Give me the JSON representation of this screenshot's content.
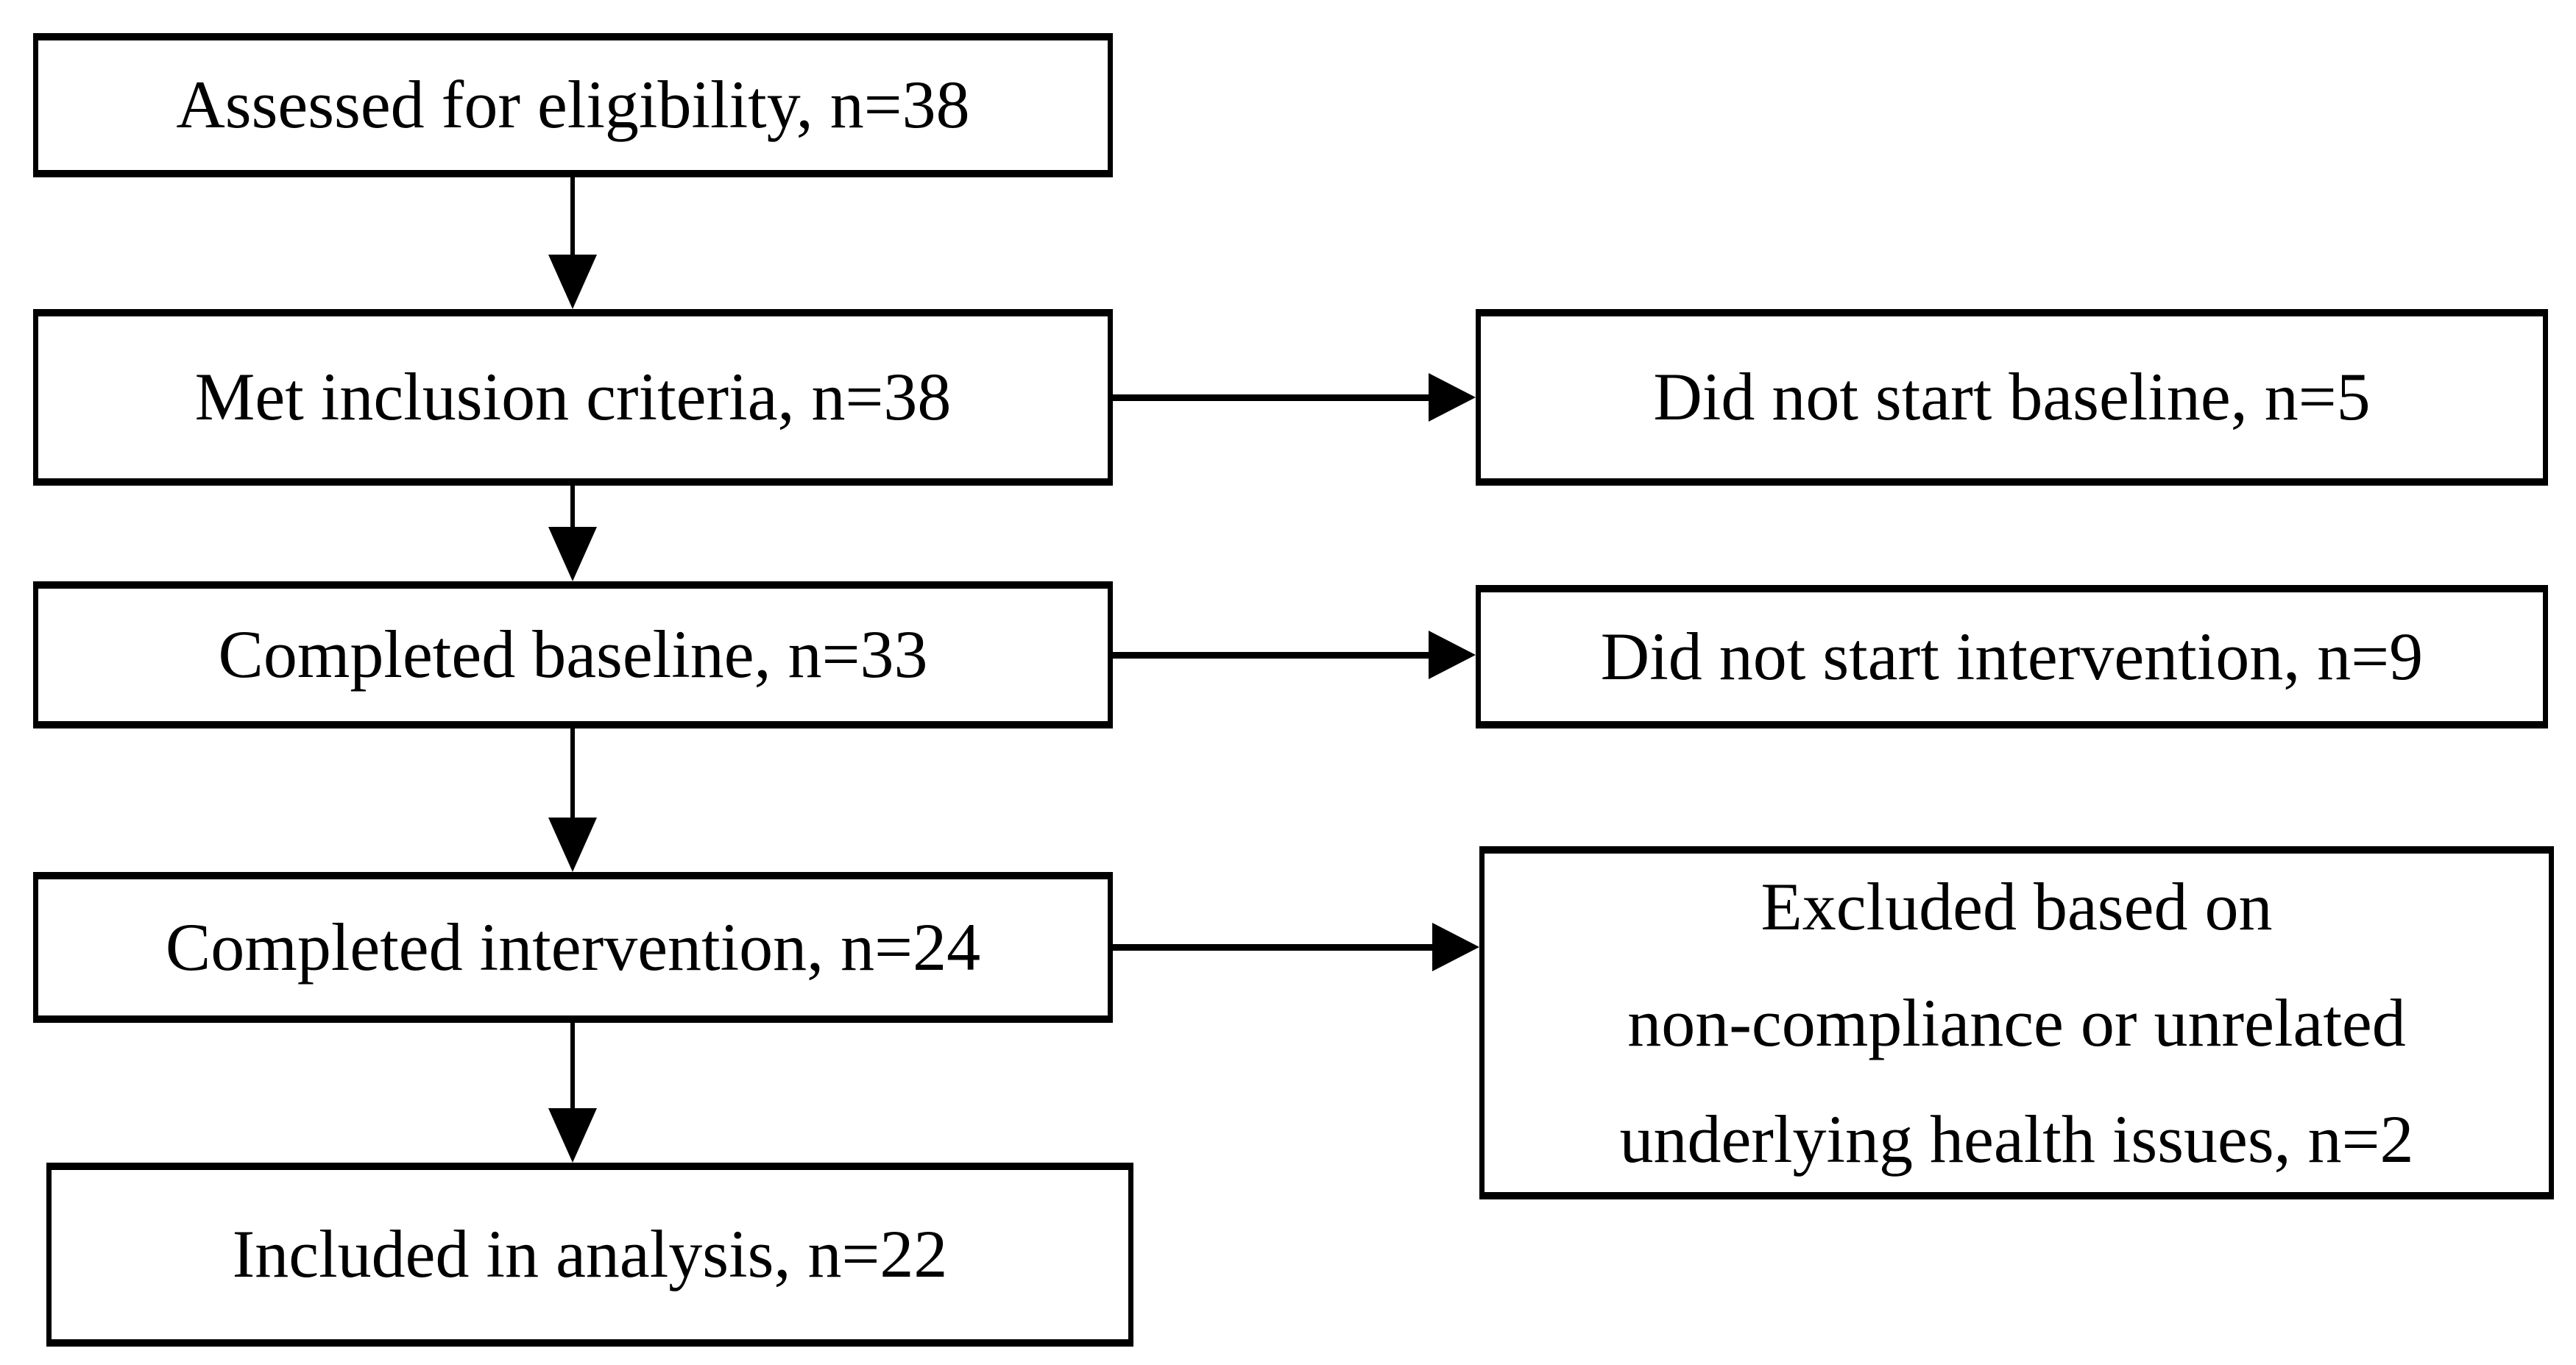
{
  "figure": {
    "background_color": "#ffffff",
    "line_color": "#000000"
  },
  "nodes": {
    "assessed": {
      "label": "Assessed for eligibility, n=38"
    },
    "met_inclusion": {
      "label": "Met inclusion criteria, n=38"
    },
    "completed_baseline": {
      "label": "Completed baseline, n=33"
    },
    "completed_intervention": {
      "label": "Completed intervention, n=24"
    },
    "included_analysis": {
      "label": "Included in analysis, n=22"
    },
    "did_not_start_baseline": {
      "label": "Did not start baseline, n=5"
    },
    "did_not_start_intervention": {
      "label": "Did not start intervention, n=9"
    },
    "excluded": {
      "label": "Excluded based on non-compliance or unrelated underlying health issues, n=2",
      "lines": [
        "Excluded based on",
        "non-compliance or unrelated",
        "underlying health issues, n=2"
      ]
    }
  },
  "edges": [
    {
      "from": "assessed",
      "to": "met_inclusion",
      "direction": "down"
    },
    {
      "from": "met_inclusion",
      "to": "completed_baseline",
      "direction": "down"
    },
    {
      "from": "completed_baseline",
      "to": "completed_intervention",
      "direction": "down"
    },
    {
      "from": "completed_intervention",
      "to": "included_analysis",
      "direction": "down"
    },
    {
      "from": "met_inclusion",
      "to": "did_not_start_baseline",
      "direction": "right"
    },
    {
      "from": "completed_baseline",
      "to": "did_not_start_intervention",
      "direction": "right"
    },
    {
      "from": "completed_intervention",
      "to": "excluded",
      "direction": "right"
    }
  ]
}
